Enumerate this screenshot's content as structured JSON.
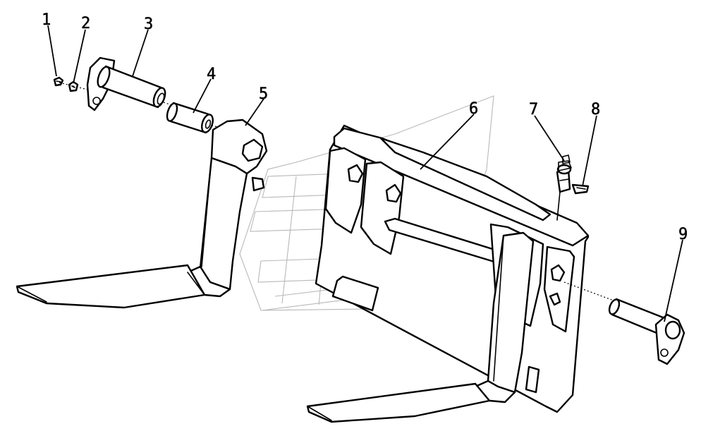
{
  "diagram": {
    "callouts": [
      {
        "id": "1",
        "label": "1"
      },
      {
        "id": "2",
        "label": "2"
      },
      {
        "id": "3",
        "label": "3"
      },
      {
        "id": "4",
        "label": "4"
      },
      {
        "id": "5",
        "label": "5"
      },
      {
        "id": "6",
        "label": "6"
      },
      {
        "id": "7",
        "label": "7"
      },
      {
        "id": "8",
        "label": "8"
      },
      {
        "id": "9",
        "label": "9"
      }
    ],
    "colors": {
      "line": "#000000",
      "background": "#ffffff",
      "watermark": "#b8b8b8"
    }
  }
}
